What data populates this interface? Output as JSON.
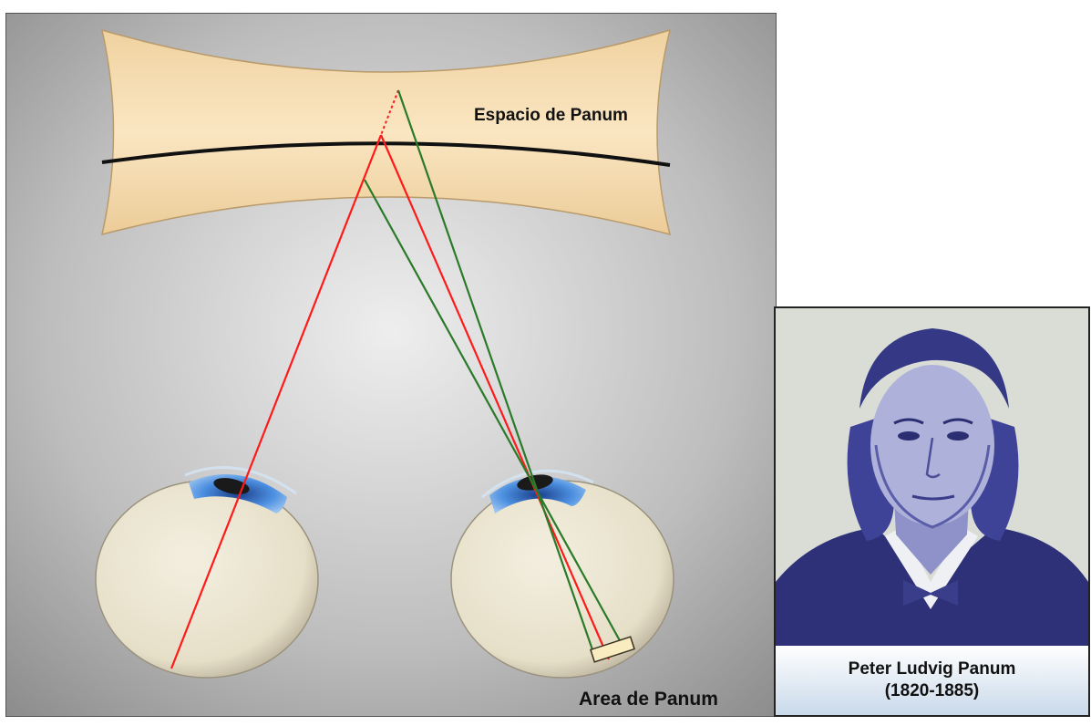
{
  "diagram": {
    "space_label": "Espacio de Panum",
    "area_label": "Area de Panum",
    "colors": {
      "background_light": "#e9e9e9",
      "background_dark": "#8c8c8c",
      "panum_space_fill": "#f7ddb0",
      "horopter_line": "#111111",
      "ray_red": "#ff1a1a",
      "ray_green": "#2a7a2a",
      "iris": "#3b78c8",
      "eyeball": "#ece6d2",
      "area_marker": "#f8ecc0"
    }
  },
  "portrait": {
    "name": "Peter Ludvig Panum",
    "years": "(1820-1885)",
    "colors": {
      "engraving": "#4a4ea8",
      "background": "#d9ddd5"
    }
  }
}
